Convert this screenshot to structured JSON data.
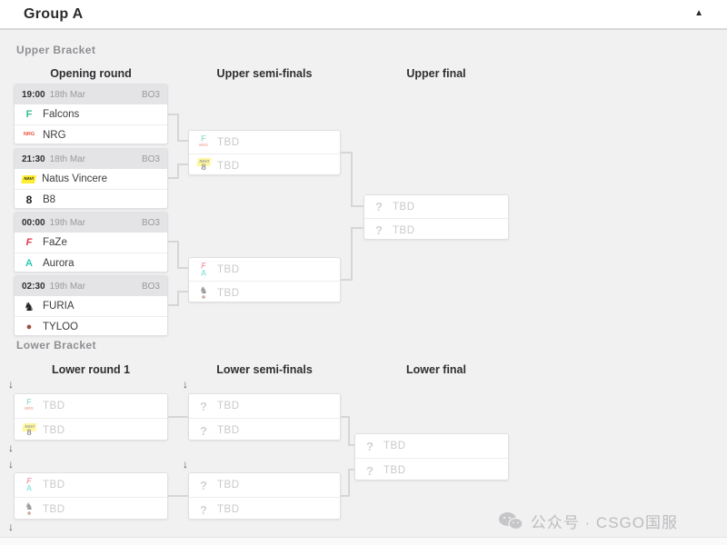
{
  "header": {
    "title": "Group A"
  },
  "icons": {
    "collapse": "▲",
    "drop": "↓",
    "question": "?",
    "wechat": "wechat-bubbles-icon"
  },
  "labels": {
    "tbd": "TBD"
  },
  "upper_bracket": {
    "section_label": "Upper Bracket",
    "rounds": [
      "Opening round",
      "Upper semi-finals",
      "Upper final"
    ],
    "opening_matches": [
      {
        "time": "19:00",
        "date": "18th Mar",
        "format": "BO3",
        "team1": "Falcons",
        "team2": "NRG"
      },
      {
        "time": "21:30",
        "date": "18th Mar",
        "format": "BO3",
        "team1": "Natus Vincere",
        "team2": "B8"
      },
      {
        "time": "00:00",
        "date": "19th Mar",
        "format": "BO3",
        "team1": "FaZe",
        "team2": "Aurora"
      },
      {
        "time": "02:30",
        "date": "19th Mar",
        "format": "BO3",
        "team1": "FURIA",
        "team2": "TYLOO"
      }
    ],
    "semi_finals": [
      {
        "slot1": "TBD",
        "slot2": "TBD"
      },
      {
        "slot1": "TBD",
        "slot2": "TBD"
      }
    ],
    "final": {
      "slot1": "TBD",
      "slot2": "TBD"
    }
  },
  "lower_bracket": {
    "section_label": "Lower Bracket",
    "rounds": [
      "Lower round 1",
      "Lower semi-finals",
      "Lower final"
    ],
    "round1": [
      {
        "slot1": "TBD",
        "slot2": "TBD"
      },
      {
        "slot1": "TBD",
        "slot2": "TBD"
      }
    ],
    "semi_finals": [
      {
        "slot1": "TBD",
        "slot2": "TBD"
      },
      {
        "slot1": "TBD",
        "slot2": "TBD"
      }
    ],
    "final": {
      "slot1": "TBD",
      "slot2": "TBD"
    }
  },
  "watermark": {
    "text": "公众号 · CSGO国服"
  },
  "logos": {
    "falcons": {
      "glyph": "F",
      "fg": "#2fbf8f"
    },
    "nrg": {
      "glyph": "NRG",
      "fg": "#e8503a",
      "size": "5.5px"
    },
    "navi": {
      "glyph": "NAVI",
      "fg": "#1b1b1b",
      "bg": "#ffee32",
      "size": "4.5px",
      "skew": true
    },
    "b8": {
      "glyph": "8",
      "fg": "#1e1e1e",
      "size": "12px"
    },
    "faze": {
      "glyph": "F",
      "fg": "#e73249",
      "italic": true
    },
    "aurora": {
      "glyph": "A",
      "fg": "#27cbb2"
    },
    "furia": {
      "glyph": "♞",
      "fg": "#222224",
      "size": "13px"
    },
    "tyloo": {
      "glyph": "●",
      "fg": "#a04b44",
      "size": "11px"
    }
  }
}
